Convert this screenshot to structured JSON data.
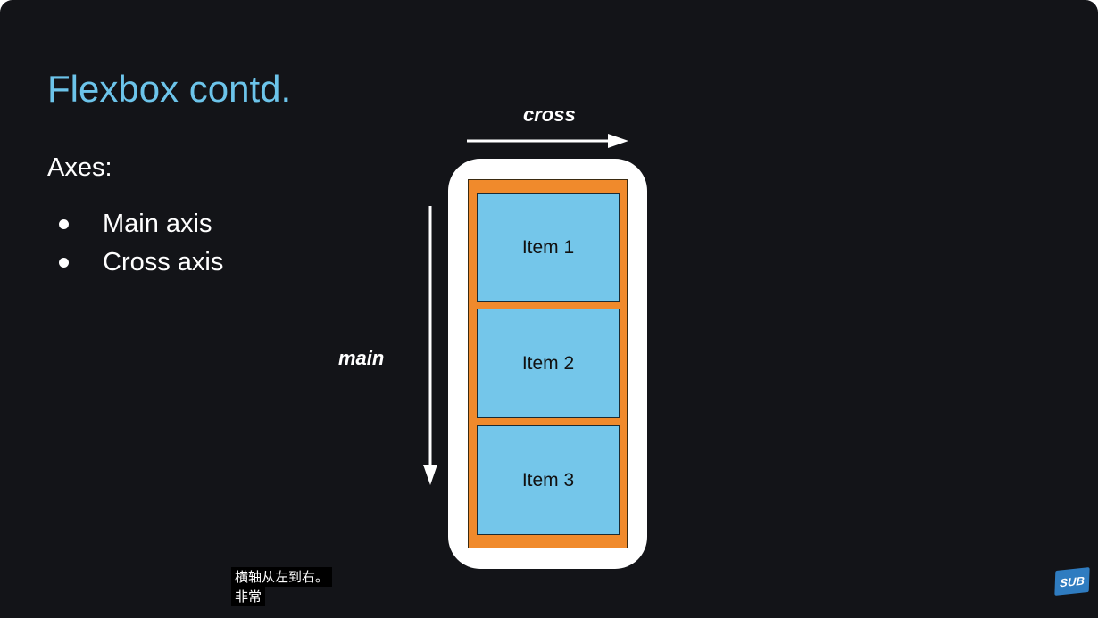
{
  "slide": {
    "title": "Flexbox contd.",
    "heading": "Axes:",
    "bullets": [
      "Main axis",
      "Cross axis"
    ]
  },
  "diagram": {
    "cross_label": "cross",
    "main_label": "main",
    "items": [
      "Item 1",
      "Item 2",
      "Item 3"
    ],
    "colors": {
      "container_outer": "#ffffff",
      "container_inner": "#f08a2c",
      "item": "#74c6ea",
      "title": "#6cc4ea",
      "background": "#131418"
    }
  },
  "subtitles": {
    "line1": "横轴从左到右。",
    "line2": "非常"
  },
  "badge": {
    "label": "SUB",
    "icon": "subtitle-badge-icon",
    "color": "#2f7cc0"
  }
}
